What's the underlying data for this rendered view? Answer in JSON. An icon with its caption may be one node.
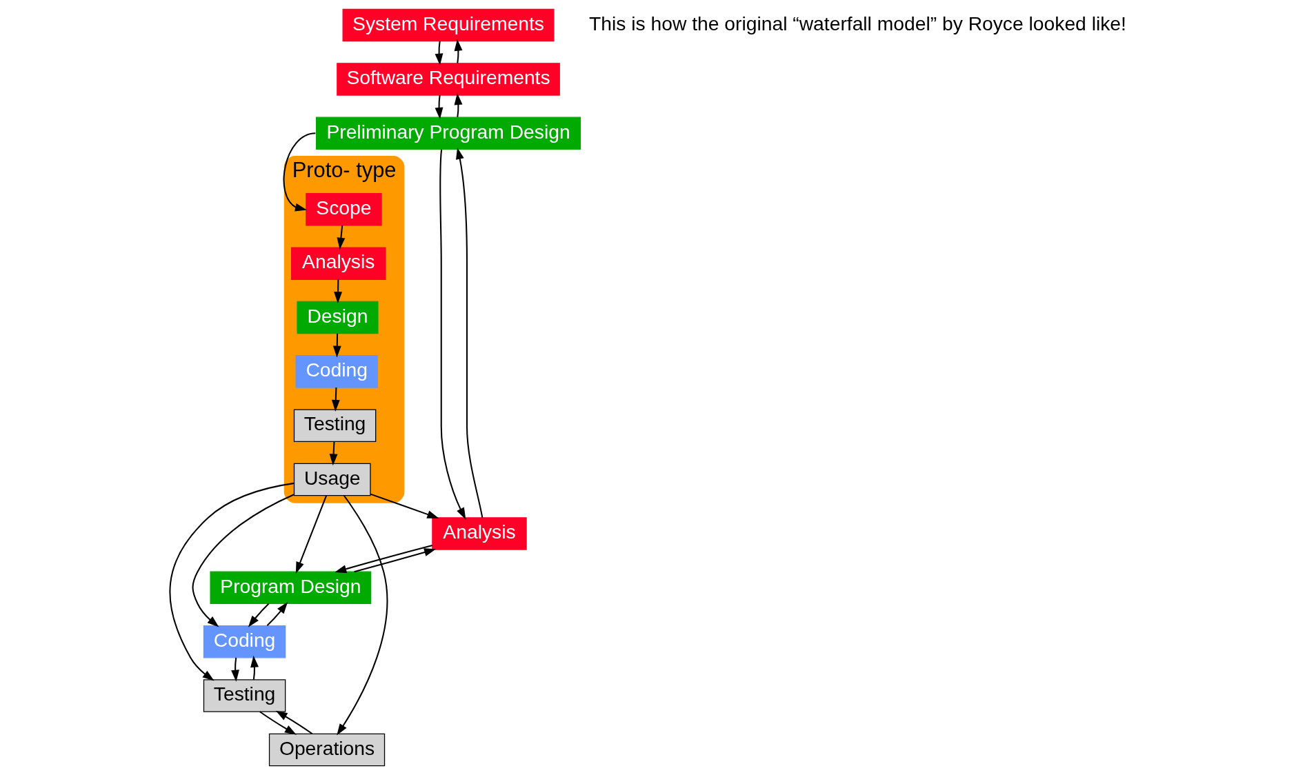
{
  "diagram": {
    "nodes": [
      {
        "text": [
          "System Requirements"
        ]
      },
      {
        "text": [
          "Software Requirements"
        ]
      },
      {
        "text": [
          "Preliminary Program Design"
        ]
      },
      {
        "text": [
          "Analysis"
        ]
      },
      {
        "text": [
          "Program Design"
        ]
      },
      {
        "text": [
          "Coding"
        ]
      },
      {
        "text": [
          "Testing"
        ]
      },
      {
        "text": [
          "Operations"
        ]
      },
      {
        "text": [
          "Proto- type"
        ]
      },
      {
        "text": [
          "Scope"
        ],
        "in": 8
      },
      {
        "text": [
          "Analysis"
        ],
        "in": 8
      },
      {
        "text": [
          "Design"
        ],
        "in": 8
      },
      {
        "text": [
          "Coding"
        ],
        "in": 8
      },
      {
        "text": [
          "Testing"
        ],
        "in": 8
      },
      {
        "text": [
          "Usage"
        ],
        "in": 8
      }
    ],
    "edges": [
      {
        "from": 0,
        "to": 1,
        "arrow": "to"
      },
      {
        "from": 1,
        "to": 0,
        "arrow": "to"
      },
      {
        "from": 1,
        "to": 2,
        "arrow": "to"
      },
      {
        "from": 2,
        "to": 1,
        "arrow": "to"
      },
      {
        "from": 2,
        "to": 3,
        "arrow": "to"
      },
      {
        "from": 3,
        "to": 2,
        "arrow": "to"
      },
      {
        "from": 3,
        "to": 4,
        "arrow": "to"
      },
      {
        "from": 4,
        "to": 3,
        "arrow": "to"
      },
      {
        "from": 4,
        "to": 5,
        "arrow": "to"
      },
      {
        "from": 5,
        "to": 4,
        "arrow": "to"
      },
      {
        "from": 5,
        "to": 6,
        "arrow": "to"
      },
      {
        "from": 6,
        "to": 5,
        "arrow": "to"
      },
      {
        "from": 6,
        "to": 7,
        "arrow": "to"
      },
      {
        "from": 7,
        "to": 6,
        "arrow": "to"
      },
      {
        "from": 2,
        "to": 9,
        "arrow": "to"
      },
      {
        "from": 9,
        "to": 10,
        "arrow": "to"
      },
      {
        "from": 10,
        "to": 11,
        "arrow": "to"
      },
      {
        "from": 11,
        "to": 12,
        "arrow": "to"
      },
      {
        "from": 12,
        "to": 13,
        "arrow": "to"
      },
      {
        "from": 13,
        "to": 14,
        "arrow": "to"
      },
      {
        "from": 14,
        "to": 3,
        "arrow": "to"
      },
      {
        "from": 14,
        "to": 4,
        "arrow": "to"
      },
      {
        "from": 14,
        "to": 5,
        "arrow": "to"
      },
      {
        "from": 14,
        "to": 6,
        "arrow": "to"
      },
      {
        "from": 14,
        "to": 7,
        "arrow": "to"
      }
    ],
    "labels": [
      "This is how the original “waterfall model” by Royce looked like!"
    ]
  }
}
